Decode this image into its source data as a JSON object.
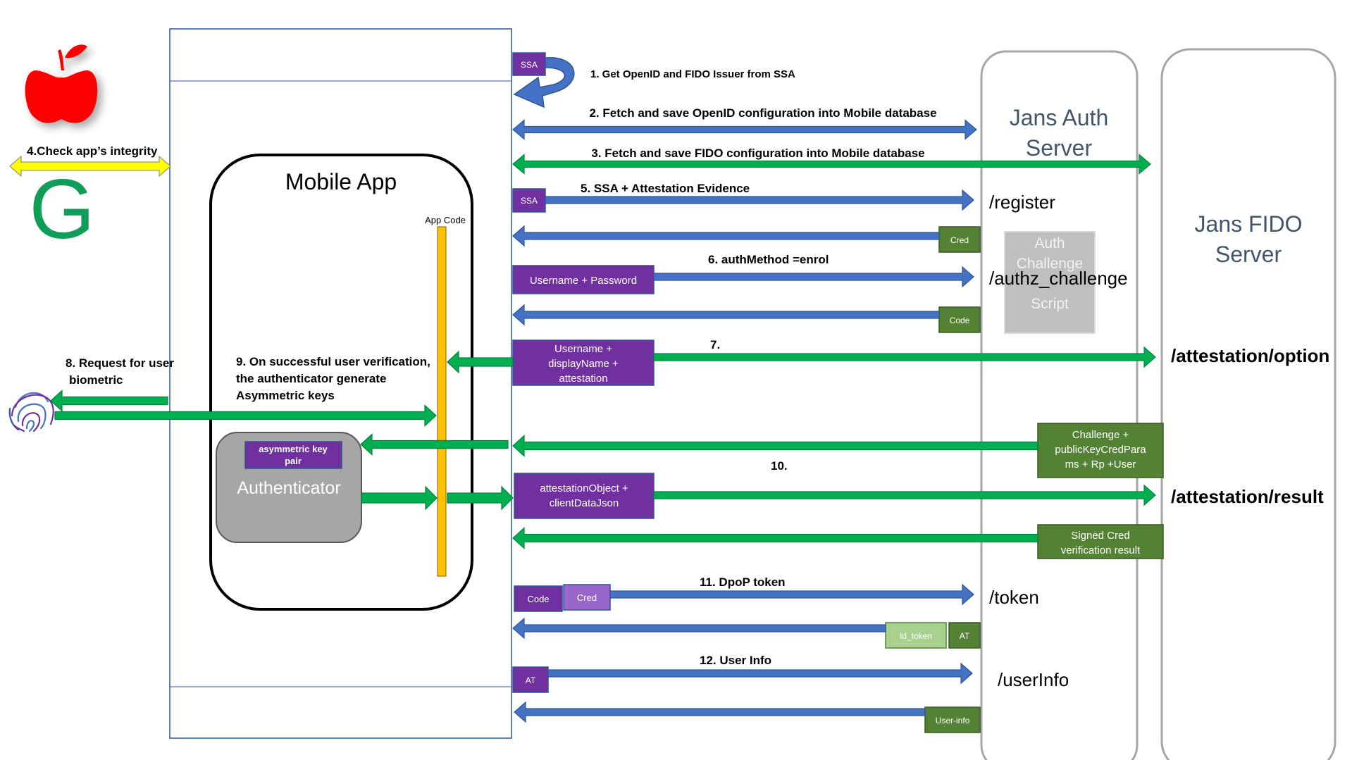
{
  "colors": {
    "blue_arrow": "#4472c4",
    "green_arrow": "#00b050",
    "purple_box": "#7030a0",
    "dark_green_box": "#548235",
    "light_green_box": "#a9d18e",
    "yellow_bar": "#ffc000",
    "gray_authenticator": "#a6a6a6",
    "apple_red": "#ff0000",
    "google_green": "#0f9d58",
    "integrity_yellow": "#ffff00"
  },
  "participants": {
    "mobile_app": "Mobile App",
    "app_code": "App Code",
    "authenticator": "Authenticator",
    "asym_key_line1": "asymmetric key",
    "asym_key_line2": "pair",
    "auth_server_line1": "Jans Auth",
    "auth_server_line2": "Server",
    "fido_server_line1": "Jans FIDO",
    "fido_server_line2": "Server",
    "auth_challenge_line1": "Auth",
    "auth_challenge_line2": "Challenge",
    "auth_challenge_line3": "Script"
  },
  "icons": {
    "apple": "apple-logo-icon",
    "google": "google-g-logo-icon",
    "fingerprint": "fingerprint-icon"
  },
  "google_letter": "G",
  "endpoints": {
    "register": "/register",
    "authz_challenge": "/authz_challenge",
    "attestation_option": "/attestation/option",
    "attestation_result": "/attestation/result",
    "token": "/token",
    "userinfo": "/userInfo"
  },
  "steps": {
    "s1": "1. Get OpenID and FIDO Issuer from SSA",
    "s2": "2. Fetch and save OpenID configuration into Mobile database",
    "s3": "3. Fetch and save FIDO configuration into Mobile database",
    "s4": "4.Check app’s integrity",
    "s5": "5. SSA + Attestation Evidence",
    "s6": "6. authMethod =enrol",
    "s7": "7.",
    "s8_line1": "8. Request for user",
    "s8_line2": "biometric",
    "s9_line1": "9. On successful user verification,",
    "s9_line2": "the authenticator generate",
    "s9_line3": "Asymmetric keys",
    "s10": "10.",
    "s11": "11. DpoP token",
    "s12": "12. User Info"
  },
  "boxes": {
    "ssa1": "SSA",
    "ssa2": "SSA",
    "cred1": "Cred",
    "username_password": "Username + Password",
    "code1": "Code",
    "attest_req_line1": "Username +",
    "attest_req_line2": "displayName +",
    "attest_req_line3": "attestation",
    "challenge_line1": "Challenge +",
    "challenge_line2": "publicKeyCredPara",
    "challenge_line3": "ms + Rp +User",
    "attest_obj_line1": "attestationObject +",
    "attest_obj_line2": "clientDataJson",
    "signed_line1": "Signed Cred",
    "signed_line2": "verification result",
    "code2": "Code",
    "cred2": "Cred",
    "id_token": "Id_token",
    "at1": "AT",
    "at2": "AT",
    "user_info": "User-info"
  }
}
